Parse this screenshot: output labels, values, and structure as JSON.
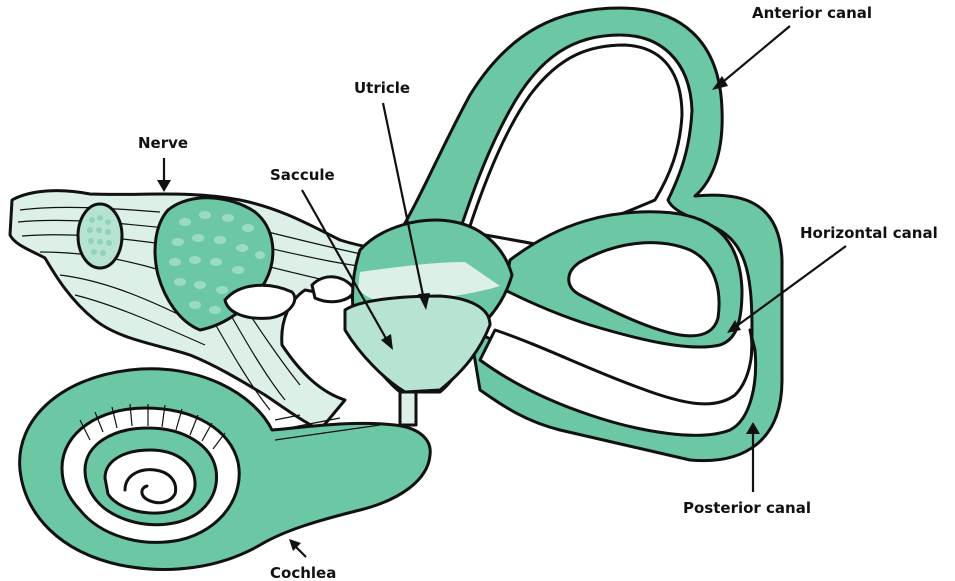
{
  "diagram": {
    "colors": {
      "membrane": "#6cc7a5",
      "nerve_light": "#dcf0e8",
      "nerve_mid": "#b7e3d2",
      "outline": "#111111",
      "background": "#ffffff"
    },
    "labels": {
      "anterior_canal": "Anterior canal",
      "utricle": "Utricle",
      "nerve": "Nerve",
      "saccule": "Saccule",
      "horizontal_canal": "Horizontal canal",
      "posterior_canal": "Posterior canal",
      "cochlea": "Cochlea"
    }
  }
}
